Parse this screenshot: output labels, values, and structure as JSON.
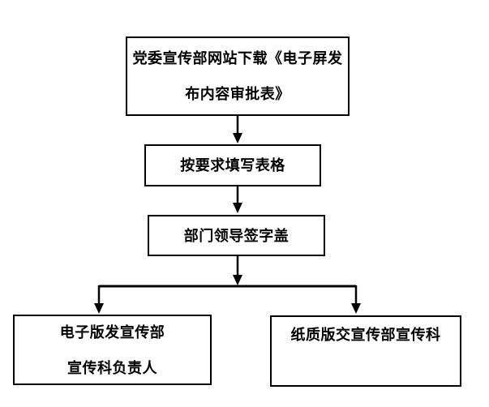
{
  "page": {
    "background_color": "#ffffff",
    "line_color": "#000000",
    "text_color": "#000000"
  },
  "flowchart": {
    "nodes": {
      "download": {
        "lines": [
          "党委宣传部网站下载《电子屏发",
          "布内容审批表》"
        ]
      },
      "fill": {
        "lines": [
          "按要求填写表格"
        ]
      },
      "sign": {
        "lines": [
          "部门领导签字盖"
        ]
      },
      "electronic": {
        "lines": [
          "电子版发宣传部",
          "宣传科负责人"
        ]
      },
      "paper": {
        "lines": [
          "纸质版交宣传部宣传科"
        ]
      }
    }
  }
}
